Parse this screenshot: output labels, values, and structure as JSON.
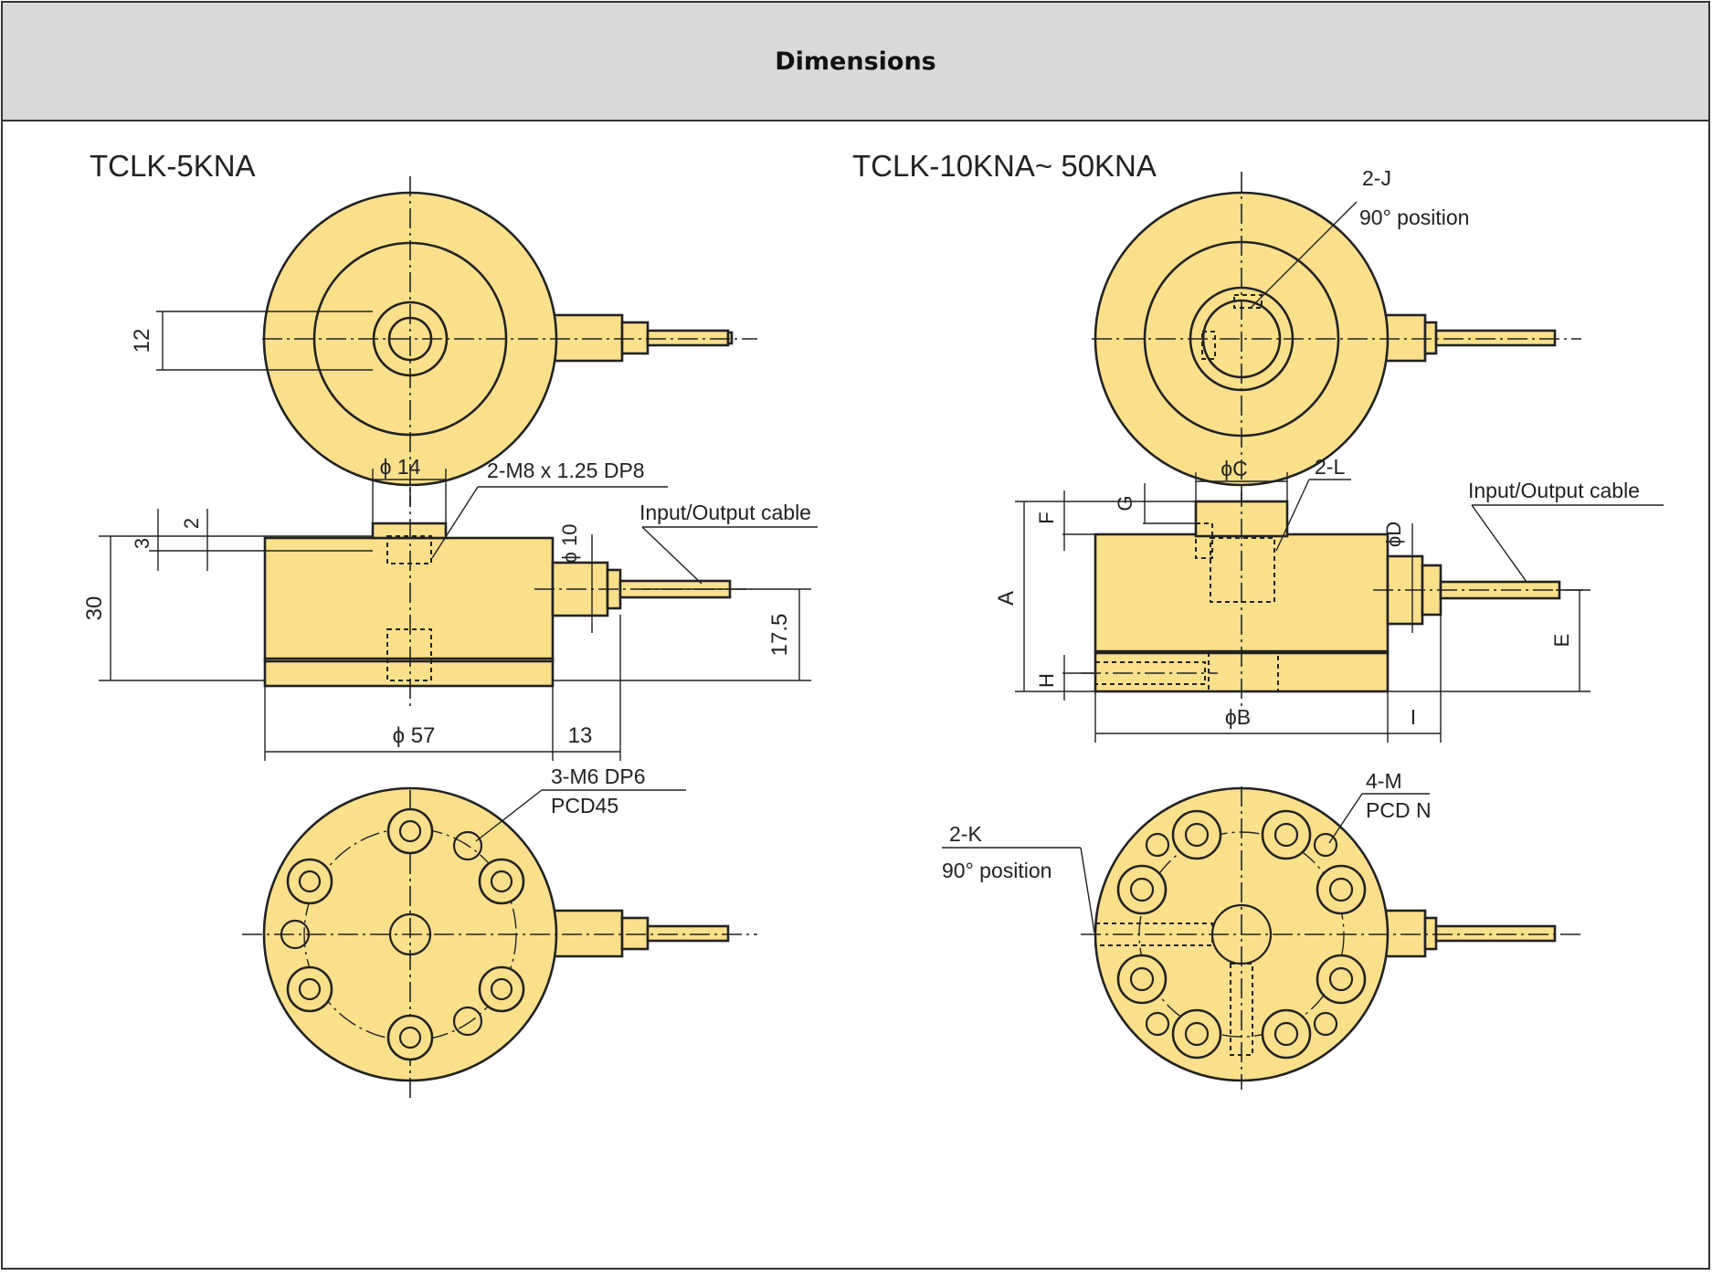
{
  "header": {
    "title": "Dimensions"
  },
  "models": {
    "left": {
      "title": "TCLK-5KNA",
      "top_dim": "12",
      "side_dim_phi14": "ϕ 14",
      "side_thread": "2-M8 x 1.25 DP8",
      "side_dim_2": "2",
      "side_dim_3": "3",
      "side_dim_30": "30",
      "side_dim_phi10": "ϕ 10",
      "side_dim_17_5": "17.5",
      "side_dim_phi57": "ϕ 57",
      "side_dim_13": "13",
      "cable_label": "Input/Output cable",
      "bottom_thread": "3-M6  DP6",
      "bottom_pcd": "PCD45"
    },
    "right": {
      "title": "TCLK-10KNA~ 50KNA",
      "top_label_j": "2-J",
      "top_label_pos": "90° position",
      "side_phiC": "ϕC",
      "side_L": "2-L",
      "side_G": "G",
      "side_F": "F",
      "side_A": "A",
      "side_H": "H",
      "side_phiD": "ϕD",
      "side_E": "E",
      "side_phiB": "ϕB",
      "side_I": "I",
      "cable_label": "Input/Output cable",
      "bottom_M": "4-M",
      "bottom_pcd": "PCD N",
      "bottom_K": "2-K",
      "bottom_pos": "90° position"
    }
  },
  "colors": {
    "body_fill": "#fbe08c",
    "header_bg": "#d9d9d9",
    "line": "#222222"
  }
}
